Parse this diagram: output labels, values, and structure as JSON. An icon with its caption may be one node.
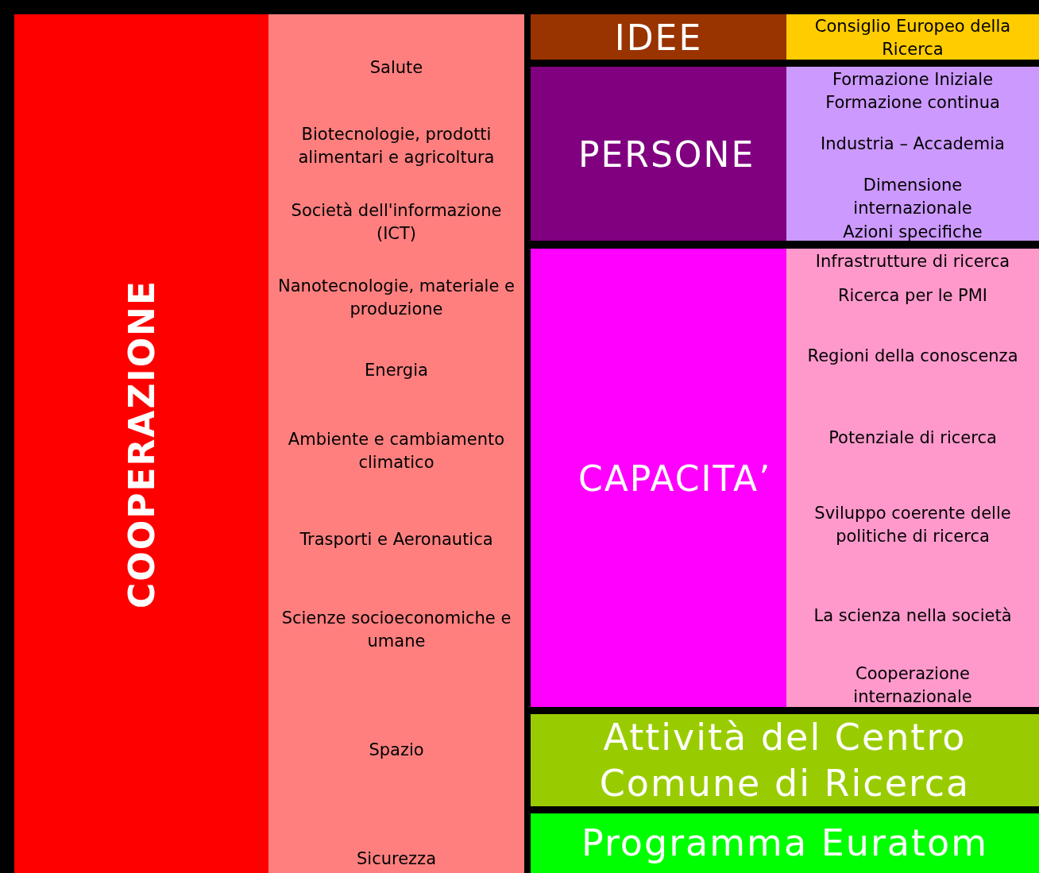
{
  "diagram": {
    "nodes": [
      {
        "text": [
          "COOPERAZIONE"
        ]
      },
      {
        "text": [
          "Salute",
          "Biotecnologie, prodotti alimentari e agricoltura",
          "Società dell'informazione (ICT)",
          "Nanotecnologie, materiale e produzione",
          "Energia",
          "Ambiente e cambiamento climatico",
          "Trasporti e Aeronautica",
          "Scienze socioeconomiche e umane",
          "Spazio",
          "Sicurezza"
        ]
      },
      {
        "text": [
          "IDEE"
        ]
      },
      {
        "text": [
          "Consiglio Europeo della Ricerca"
        ]
      },
      {
        "text": [
          "PERSONE"
        ]
      },
      {
        "text": [
          "Formazione Iniziale",
          "Formazione continua",
          "Industria – Accademia",
          "Dimensione internazionale",
          "Azioni specifiche"
        ]
      },
      {
        "text": [
          "CAPACITA’"
        ]
      },
      {
        "text": [
          "Infrastrutture di ricerca",
          "Ricerca per le PMI",
          "Regioni della conoscenza",
          "Potenziale di ricerca",
          "Sviluppo coerente delle politiche di ricerca",
          "La scienza nella società",
          "Cooperazione internazionale"
        ]
      },
      {
        "text": [
          "Attività del Centro Comune di Ricerca"
        ]
      },
      {
        "text": [
          "Programma Euratom"
        ]
      }
    ],
    "edges": []
  }
}
